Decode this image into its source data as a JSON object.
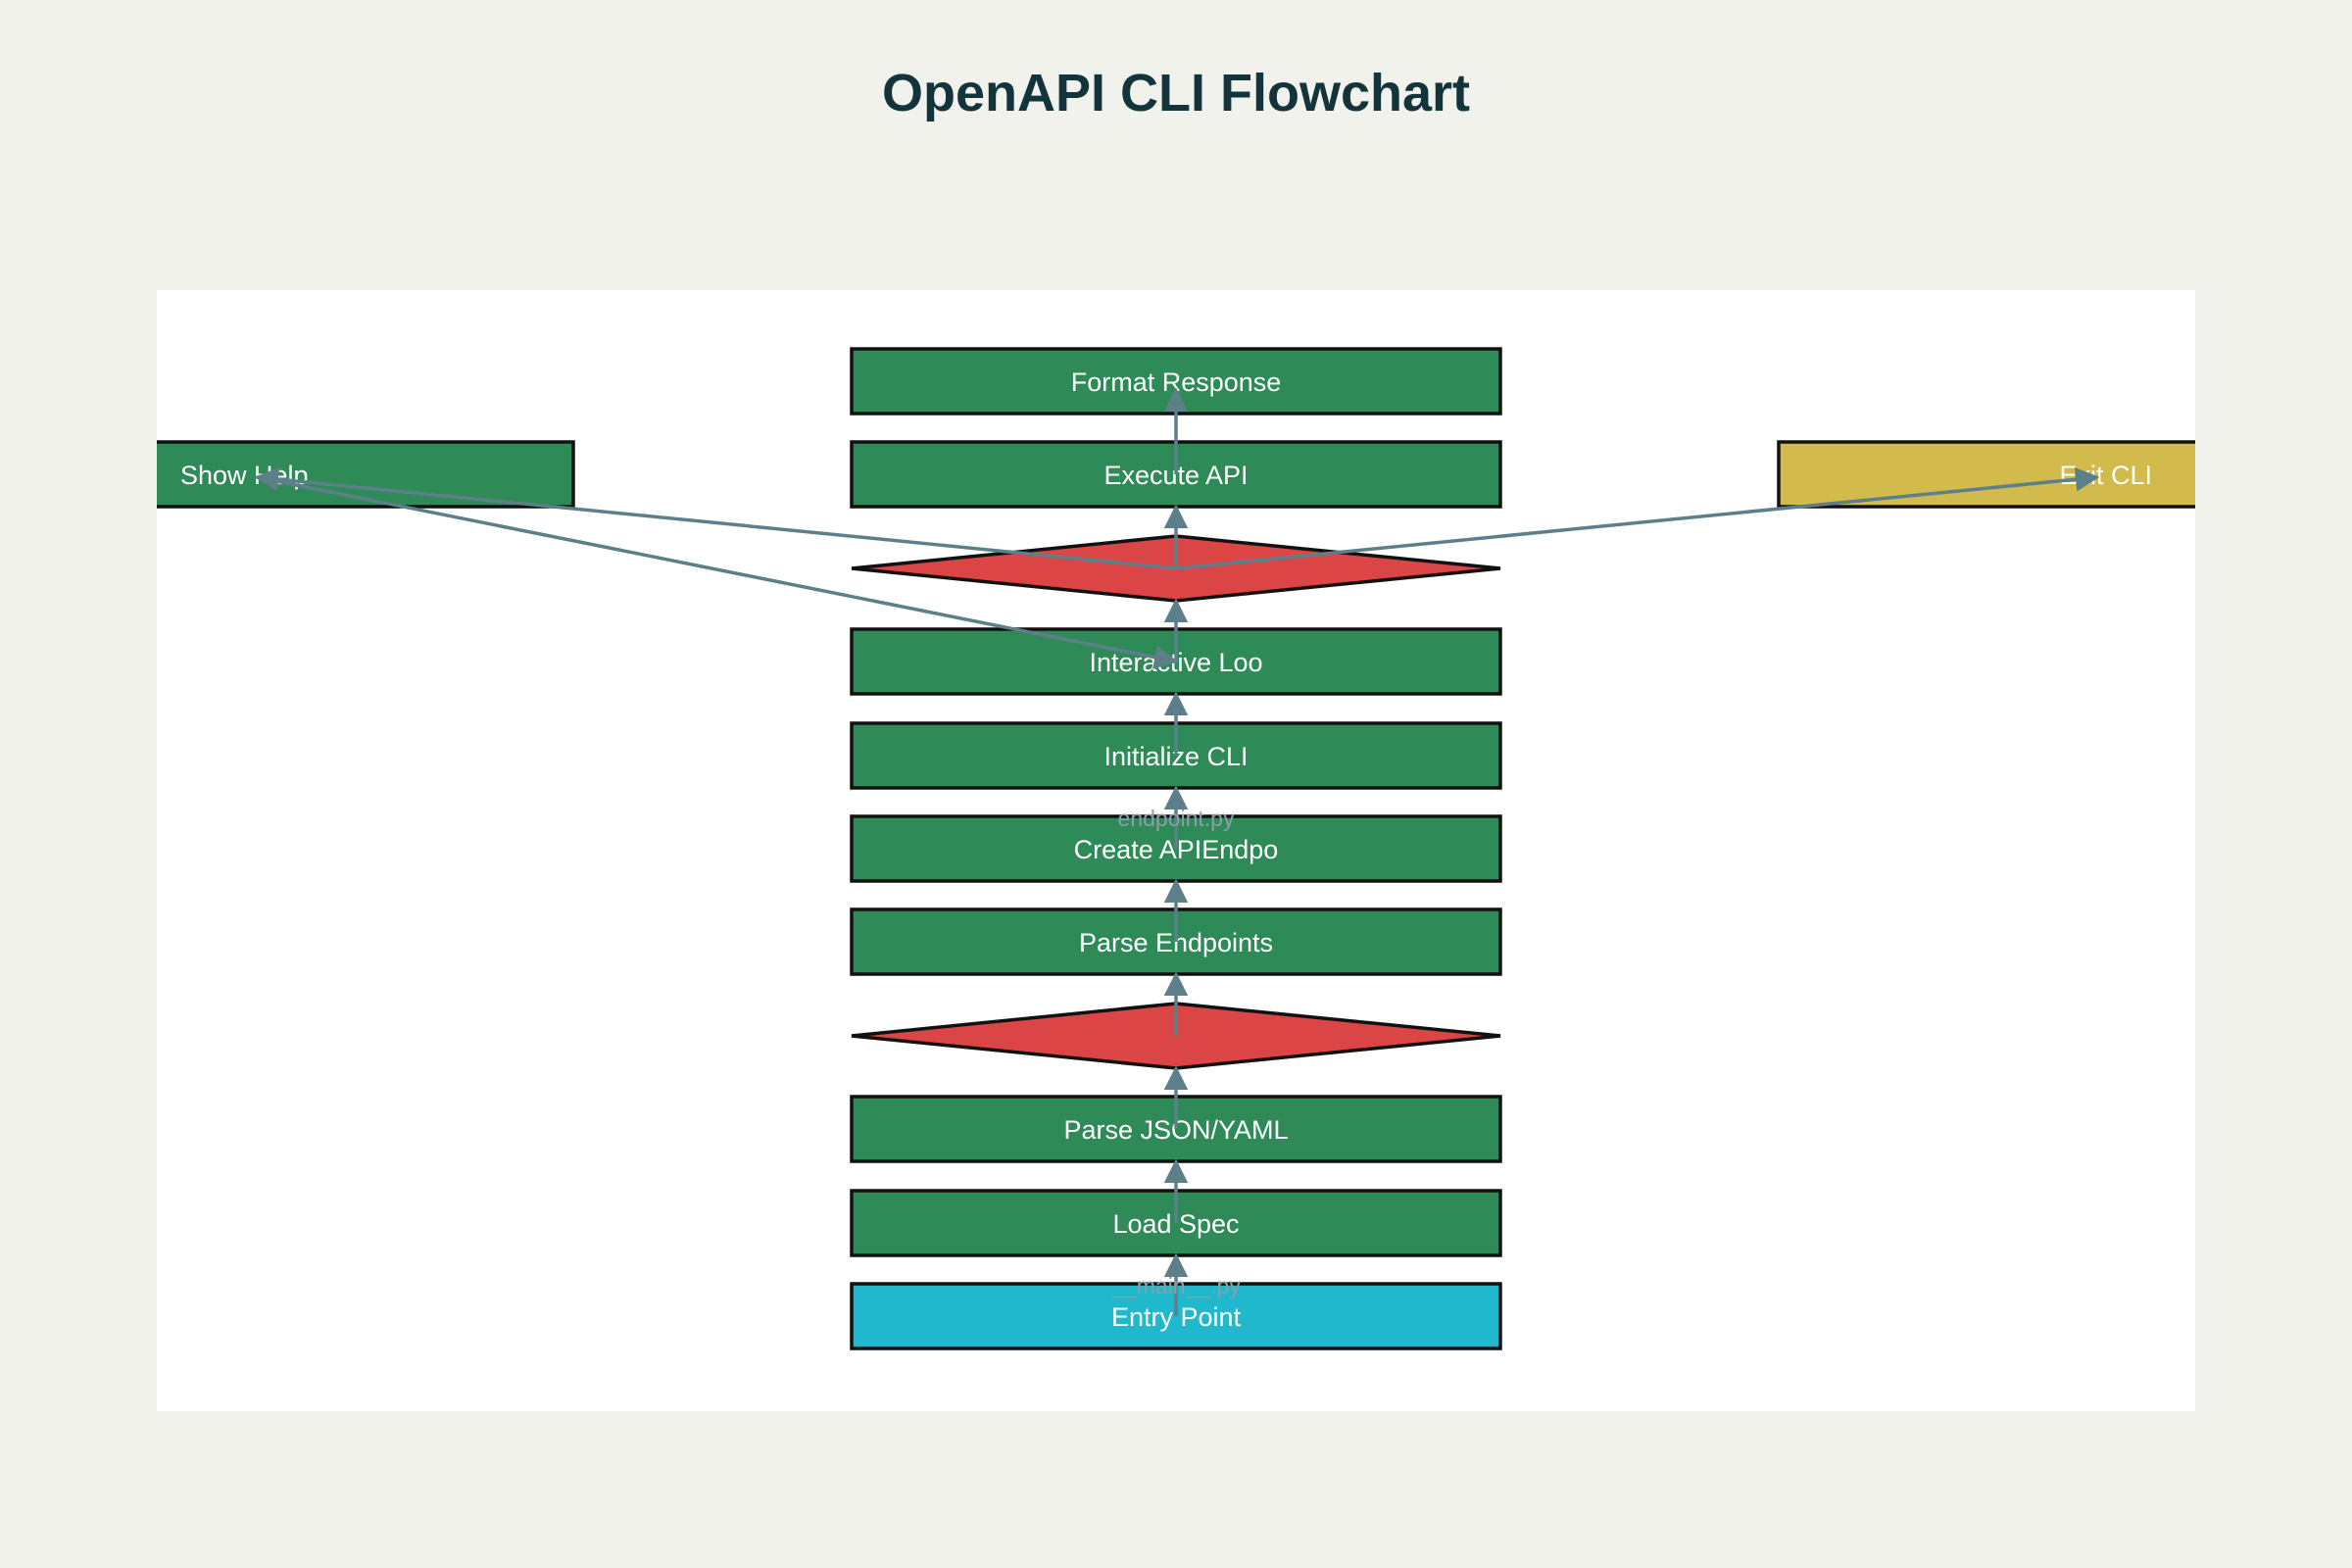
{
  "title": "OpenAPI CLI Flowchart",
  "colors": {
    "background": "#f2f2ec",
    "panel": "#ffffff",
    "process": "#2e8b57",
    "decision": "#db4545",
    "entry": "#1fb8cd",
    "exit": "#d2ba4c",
    "edge": "#5d7f8a",
    "edge_label": "#8aa0a8",
    "node_text": "#ffffff",
    "title": "#13343b",
    "stroke": "#111111"
  },
  "nodes": [
    {
      "id": "format_response",
      "label": "Format Response",
      "shape": "rect",
      "color": "process"
    },
    {
      "id": "show_help",
      "label": "Show Help",
      "shape": "rect",
      "color": "process"
    },
    {
      "id": "execute_api",
      "label": "Execute API",
      "shape": "rect",
      "color": "process"
    },
    {
      "id": "exit_cli",
      "label": "Exit CLI",
      "shape": "rect",
      "color": "exit"
    },
    {
      "id": "command_decision",
      "label": "",
      "shape": "diamond",
      "color": "decision"
    },
    {
      "id": "interactive_loop",
      "label": "Interactive Loo",
      "shape": "rect",
      "color": "process"
    },
    {
      "id": "initialize_cli",
      "label": "Initialize CLI",
      "shape": "rect",
      "color": "process"
    },
    {
      "id": "create_apiendpoint",
      "label": "Create APIEndpo",
      "shape": "rect",
      "color": "process"
    },
    {
      "id": "parse_endpoints",
      "label": "Parse Endpoints",
      "shape": "rect",
      "color": "process"
    },
    {
      "id": "valid_decision",
      "label": "",
      "shape": "diamond",
      "color": "decision"
    },
    {
      "id": "parse_json_yaml",
      "label": "Parse JSON/YAML",
      "shape": "rect",
      "color": "process"
    },
    {
      "id": "load_spec",
      "label": "Load Spec",
      "shape": "rect",
      "color": "process"
    },
    {
      "id": "entry_point",
      "label": "Entry Point",
      "shape": "rect",
      "color": "entry"
    }
  ],
  "edges": [
    {
      "from": "entry_point",
      "to": "load_spec",
      "label": "__main__.py"
    },
    {
      "from": "load_spec",
      "to": "parse_json_yaml",
      "label": ""
    },
    {
      "from": "parse_json_yaml",
      "to": "valid_decision",
      "label": ""
    },
    {
      "from": "valid_decision",
      "to": "parse_endpoints",
      "label": ""
    },
    {
      "from": "parse_endpoints",
      "to": "create_apiendpoint",
      "label": ""
    },
    {
      "from": "create_apiendpoint",
      "to": "initialize_cli",
      "label": "endpoint.py"
    },
    {
      "from": "initialize_cli",
      "to": "interactive_loop",
      "label": ""
    },
    {
      "from": "interactive_loop",
      "to": "command_decision",
      "label": ""
    },
    {
      "from": "command_decision",
      "to": "execute_api",
      "label": ""
    },
    {
      "from": "execute_api",
      "to": "format_response",
      "label": ""
    },
    {
      "from": "command_decision",
      "to": "show_help",
      "label": ""
    },
    {
      "from": "command_decision",
      "to": "exit_cli",
      "label": ""
    },
    {
      "from": "show_help",
      "to": "interactive_loop",
      "label": ""
    }
  ]
}
